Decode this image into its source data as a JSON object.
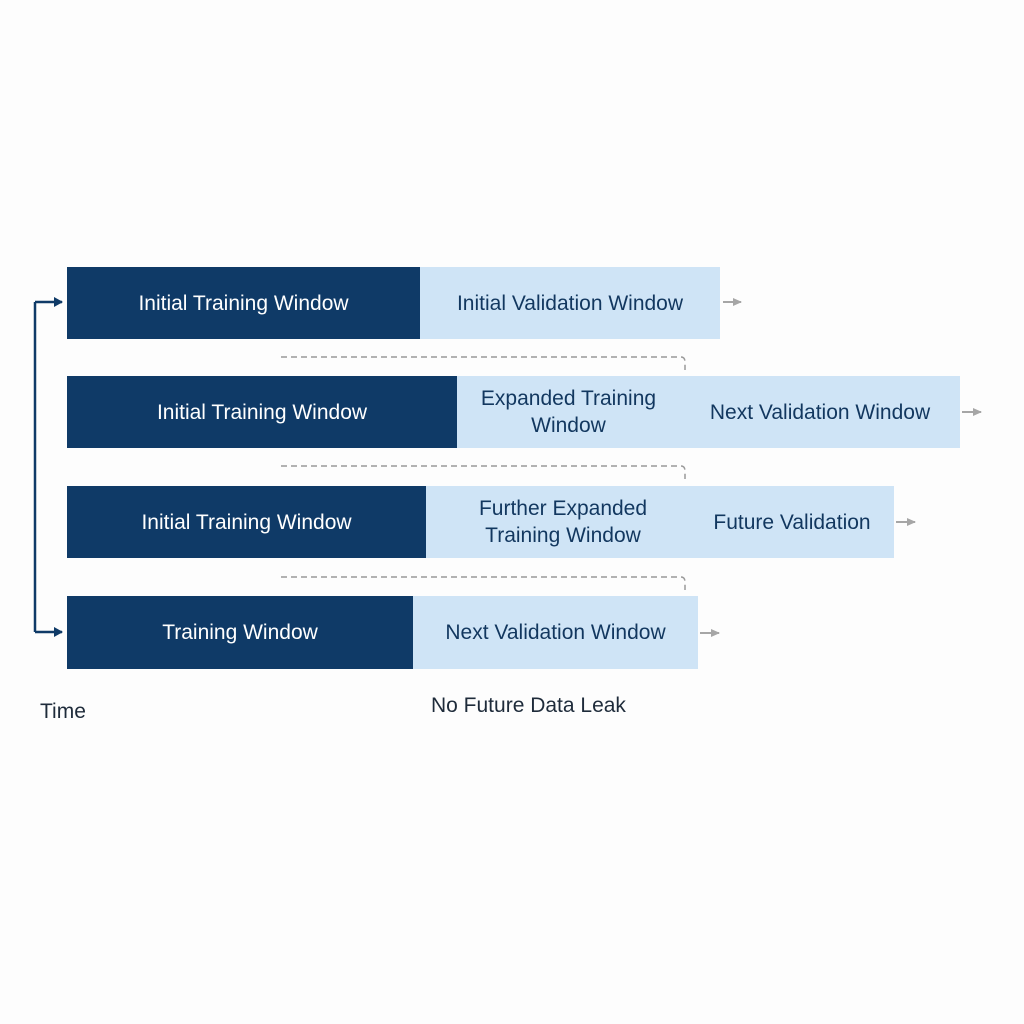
{
  "diagram": {
    "rows": [
      {
        "segments": [
          {
            "kind": "training",
            "label": "Initial Training Window"
          },
          {
            "kind": "validation",
            "label": "Initial Validation Window"
          }
        ]
      },
      {
        "segments": [
          {
            "kind": "training",
            "label": "Initial Training Window"
          },
          {
            "kind": "validation",
            "label": "Expanded Training\nWindow"
          },
          {
            "kind": "validation",
            "label": "Next Validation Window"
          }
        ]
      },
      {
        "segments": [
          {
            "kind": "training",
            "label": "Initial Training Window"
          },
          {
            "kind": "validation",
            "label": "Further Expanded\nTraining Window"
          },
          {
            "kind": "validation",
            "label": "Future Validation"
          }
        ]
      },
      {
        "segments": [
          {
            "kind": "training",
            "label": "Training Window"
          },
          {
            "kind": "validation",
            "label": "Next Validation Window"
          }
        ]
      }
    ],
    "time_label": "Time",
    "leak_label": "No Future Data Leak"
  },
  "colors": {
    "training": "#0f3a67",
    "validation": "#cfe4f6",
    "arrow": "#a6a6a6",
    "dashed": "#9a9a9a",
    "time_axis": "#0f3a67"
  },
  "icons": {
    "continue_arrow": "arrow-right-icon",
    "time_axis": "bracket-arrow-icon"
  }
}
